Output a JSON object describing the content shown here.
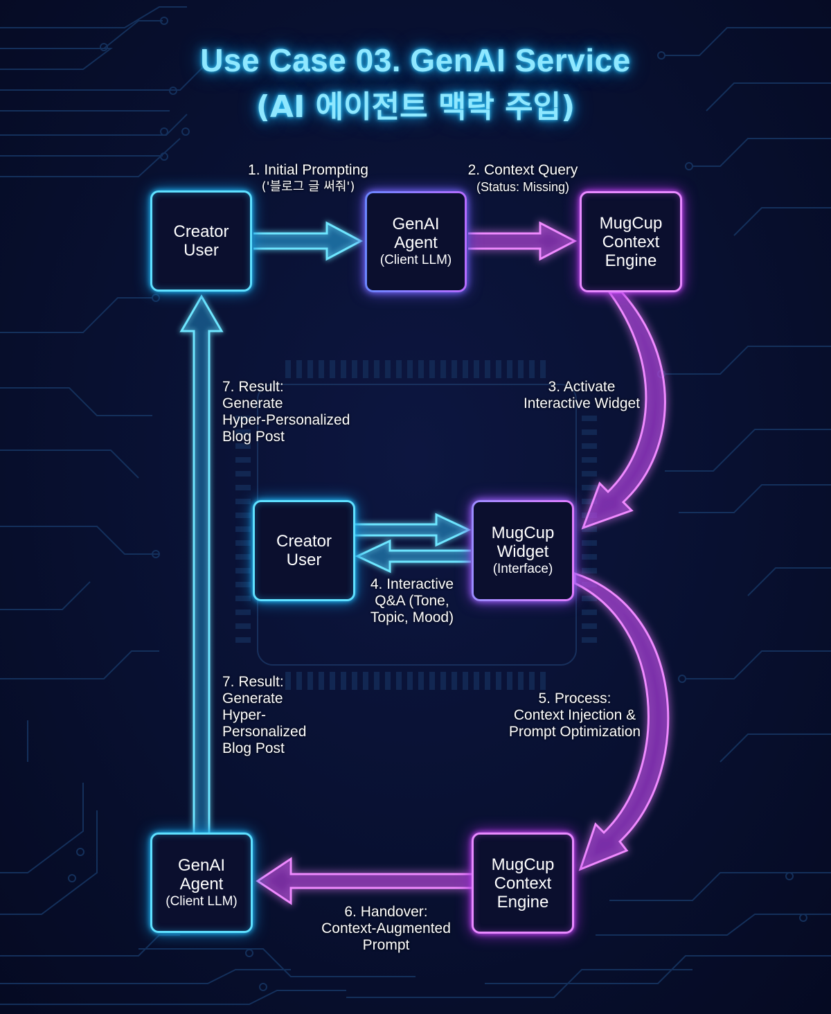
{
  "title": {
    "line1": "Use Case 03. GenAI Service",
    "line2": "(AI 에이전트 맥락 주입)"
  },
  "colors": {
    "background": "#081030",
    "cyan": "#5fe0ff",
    "violet": "#8a7cff",
    "magenta": "#e88aff",
    "title": "#8fe8ff",
    "circuit": "#1c3a66"
  },
  "nodes": {
    "creator_top": {
      "main": [
        "Creator",
        "User"
      ],
      "sub": ""
    },
    "genai_top": {
      "main": [
        "GenAI",
        "Agent"
      ],
      "sub": "(Client LLM)"
    },
    "engine_top": {
      "main": [
        "MugCup",
        "Context",
        "Engine"
      ],
      "sub": ""
    },
    "creator_mid": {
      "main": [
        "Creator",
        "User"
      ],
      "sub": ""
    },
    "widget_mid": {
      "main": [
        "MugCup",
        "Widget"
      ],
      "sub": "(Interface)"
    },
    "genai_bottom": {
      "main": [
        "GenAI",
        "Agent"
      ],
      "sub": "(Client LLM)"
    },
    "engine_bottom": {
      "main": [
        "MugCup",
        "Context",
        "Engine"
      ],
      "sub": ""
    }
  },
  "steps": {
    "s1": {
      "title": "1. Initial Prompting",
      "sub": "('블로그 글 써줘')"
    },
    "s2": {
      "title": "2. Context Query",
      "sub": "(Status: Missing)"
    },
    "s3": {
      "lines": [
        "3. Activate",
        "Interactive Widget"
      ]
    },
    "s4": {
      "lines": [
        "4. Interactive",
        "Q&A (Tone,",
        "Topic, Mood)"
      ]
    },
    "s5": {
      "lines": [
        "5. Process:",
        "Context Injection &",
        "Prompt Optimization"
      ]
    },
    "s6": {
      "lines": [
        "6. Handover:",
        "Context-Augmented",
        "Prompt"
      ]
    },
    "s7a": {
      "lines": [
        "7. Result:",
        "Generate",
        "Hyper-Personalized",
        "Blog Post"
      ]
    },
    "s7b": {
      "lines": [
        "7. Result:",
        "Generate",
        "Hyper-",
        "Personalized",
        "Blog Post"
      ]
    }
  },
  "icons": {
    "arrow_right": "arrow-right-icon",
    "arrow_left": "arrow-left-icon",
    "arrow_up": "arrow-up-icon",
    "arrow_curved": "curved-arrow-icon"
  }
}
